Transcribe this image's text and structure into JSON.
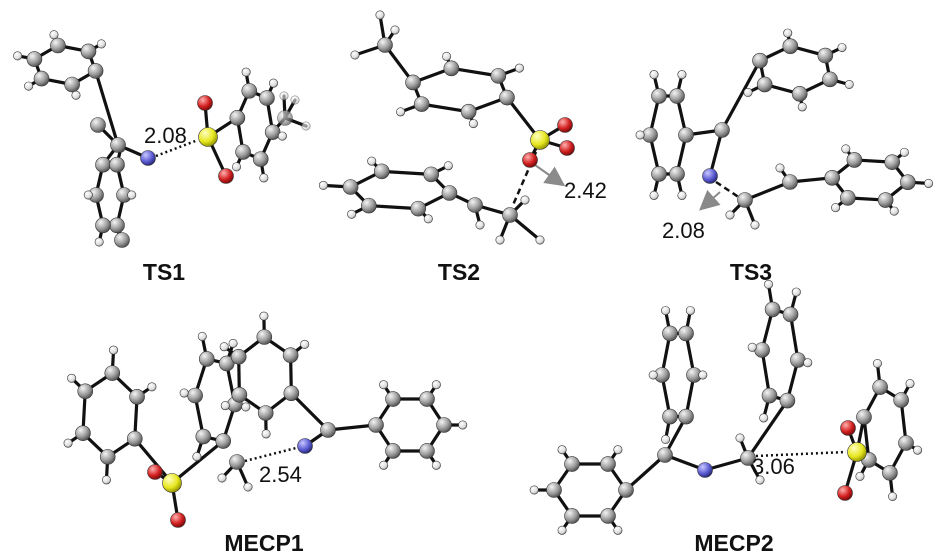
{
  "structures": [
    {
      "id": "ts1",
      "label": "TS1",
      "distance": "2.08"
    },
    {
      "id": "ts2",
      "label": "TS2",
      "distance": "2.42"
    },
    {
      "id": "ts3",
      "label": "TS3",
      "distance": "2.08"
    },
    {
      "id": "mecp1",
      "label": "MECP1",
      "distance": "2.54"
    },
    {
      "id": "mecp2",
      "label": "MECP2",
      "distance": "3.06"
    }
  ],
  "atom_colors": {
    "carbon": "#8c8c8c",
    "hydrogen": "#e6e6e6",
    "nitrogen": "#5a5ad2",
    "sulfur": "#e6e61e",
    "oxygen": "#d21e1e"
  }
}
